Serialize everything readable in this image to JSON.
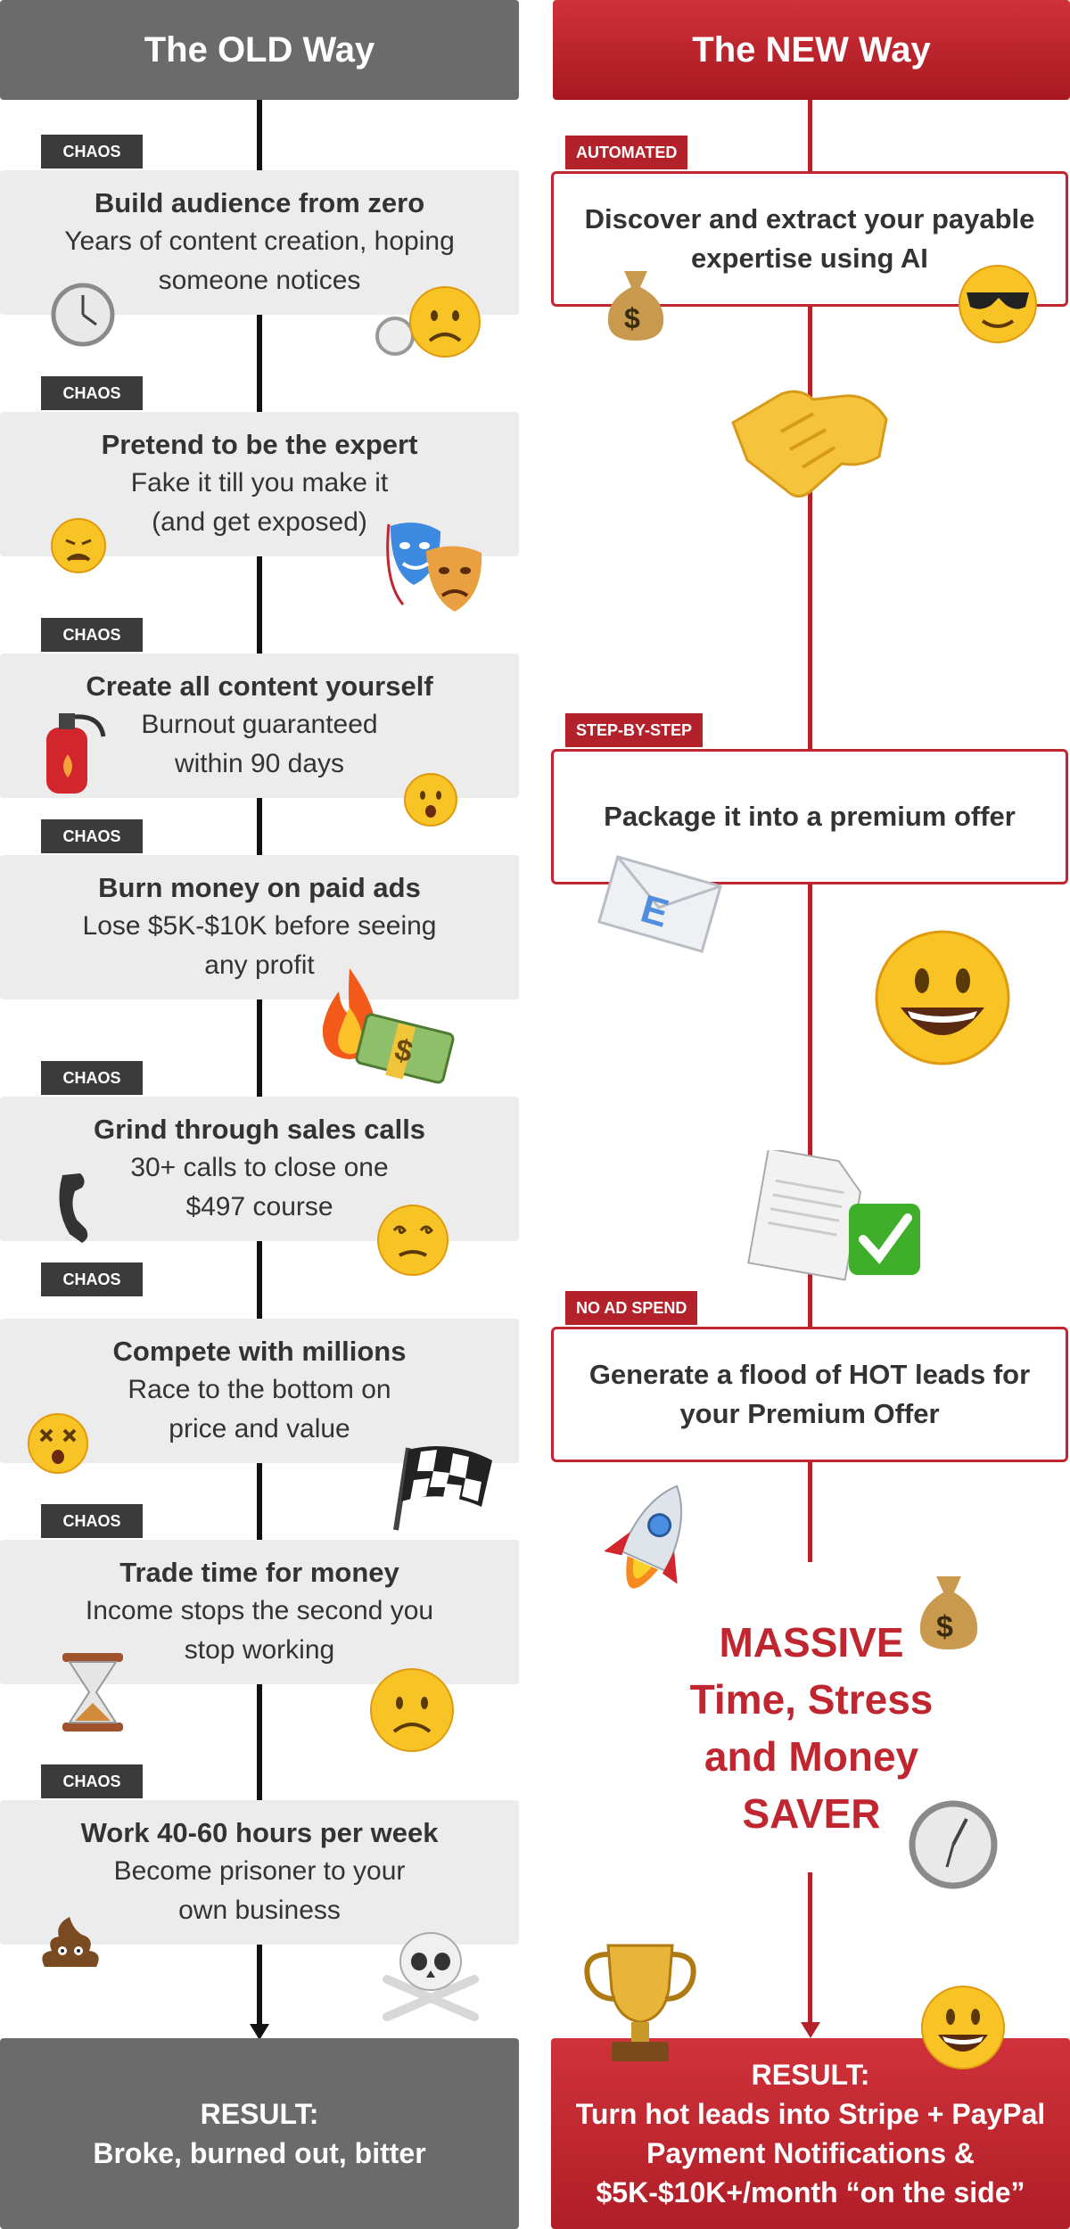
{
  "headers": {
    "old": "The OLD Way",
    "new": "The NEW Way"
  },
  "old_way": {
    "tag": "CHAOS",
    "items": [
      {
        "title": "Build audience from zero",
        "line1": "Years of content creation, hoping",
        "line2": "someone notices"
      },
      {
        "title": "Pretend to be the expert",
        "line1": "Fake it till you make it",
        "line2": "(and get exposed)"
      },
      {
        "title": "Create all content yourself",
        "line1": "Burnout guaranteed",
        "line2": "within 90 days"
      },
      {
        "title": "Burn money on paid ads",
        "line1": "Lose $5K-$10K before seeing",
        "line2": "any profit"
      },
      {
        "title": "Grind through sales calls",
        "line1": "30+ calls to close one",
        "line2": "$497 course"
      },
      {
        "title": "Compete with millions",
        "line1": "Race to the bottom on",
        "line2": "price and value"
      },
      {
        "title": "Trade time for money",
        "line1": "Income stops the second you",
        "line2": "stop working"
      },
      {
        "title": "Work 40-60 hours per week",
        "line1": "Become prisoner to your",
        "line2": "own business"
      }
    ],
    "result_label": "RESULT:",
    "result_text": "Broke, burned out, bitter"
  },
  "new_way": {
    "steps": [
      {
        "tag": "AUTOMATED",
        "text": "Discover and extract your payable expertise using AI"
      },
      {
        "tag": "STEP-BY-STEP",
        "text": "Package it into a premium offer"
      },
      {
        "tag": "NO AD SPEND",
        "text": "Generate a flood of HOT leads for your Premium Offer"
      }
    ],
    "massive_lines": [
      "MASSIVE",
      "Time, Stress",
      "and Money",
      "SAVER"
    ],
    "result_label": "RESULT:",
    "result_lines": [
      "Turn hot leads into Stripe + PayPal",
      "Payment Notifications &",
      "$5K-$10K+/month “on the side”"
    ]
  },
  "icons": {
    "clock": "🕓",
    "frown": "☹",
    "sad": "😩",
    "masks": "🎭",
    "extinguisher": "🧯",
    "worried": "😟",
    "fire": "🔥",
    "money": "💵",
    "phone": "📞",
    "dizzy": "😵",
    "dizzy_face": "😵",
    "flag": "🏁",
    "hourglass": "⌛",
    "poop": "💩",
    "skull": "☠",
    "moneybag": "💰",
    "sunglasses": "😎",
    "handshake": "🤝",
    "envelope": "✉",
    "smile": "😃",
    "check": "✅",
    "document": "📄",
    "rocket": "🚀",
    "trophy": "🏆"
  }
}
